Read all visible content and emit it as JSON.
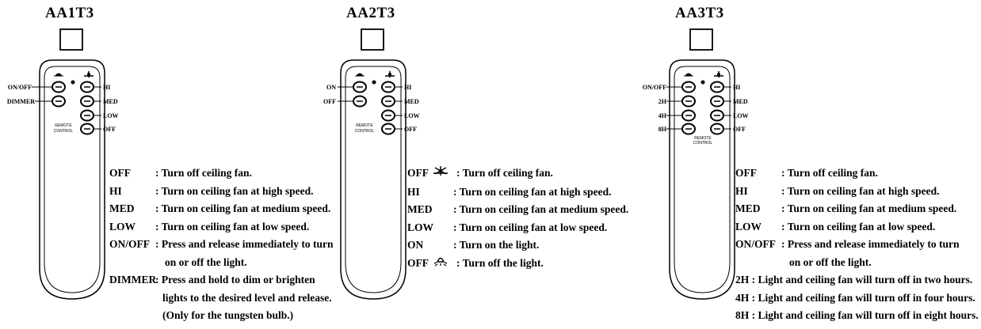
{
  "panels": [
    {
      "model": "AA1T3",
      "left_labels": [
        "ON/OFF",
        "DIMMER"
      ],
      "right_labels": [
        "HI",
        "MED",
        "LOW",
        "OFF"
      ],
      "remote_text": [
        "REMOTE",
        "CONTROL"
      ],
      "rows": [
        {
          "key": "OFF",
          "text": ": Turn off ceiling fan."
        },
        {
          "key": "HI",
          "text": ": Turn on ceiling fan at high speed."
        },
        {
          "key": "MED",
          "text": ": Turn on ceiling fan at medium speed."
        },
        {
          "key": "LOW",
          "text": ": Turn on ceiling fan at low speed."
        },
        {
          "key": "ON/OFF",
          "text": ": Press and release immediately to turn"
        },
        {
          "key": "",
          "text": "on or off the light."
        },
        {
          "key": "DIMMER",
          "text": ": Press and hold to dim or brighten"
        },
        {
          "key": "",
          "text": "lights to the desired level and release."
        },
        {
          "key": "",
          "text": "(Only for the tungsten bulb.)"
        }
      ]
    },
    {
      "model": "AA2T3",
      "left_labels": [
        "ON",
        "OFF"
      ],
      "right_labels": [
        "HI",
        "MED",
        "LOW",
        "OFF"
      ],
      "remote_text": [
        "REMOTE",
        "CONTROL"
      ],
      "rows": [
        {
          "key": "OFF",
          "text": ": Turn off ceiling fan."
        },
        {
          "key": "HI",
          "text": ": Turn on ceiling fan at high speed."
        },
        {
          "key": "MED",
          "text": ": Turn on ceiling fan at medium speed."
        },
        {
          "key": "LOW",
          "text": ": Turn on ceiling fan at low speed."
        },
        {
          "key": "ON",
          "text": ": Turn on the light."
        },
        {
          "key": "OFF",
          "text": ": Turn off the light."
        }
      ]
    },
    {
      "model": "AA3T3",
      "left_labels": [
        "ON/OFF",
        "2H",
        "4H",
        "8H"
      ],
      "right_labels": [
        "HI",
        "MED",
        "LOW",
        "OFF"
      ],
      "remote_text": [
        "REMOTE",
        "CONTROL"
      ],
      "rows": [
        {
          "key": "OFF",
          "text": ": Turn off ceiling fan."
        },
        {
          "key": "HI",
          "text": ": Turn on ceiling fan at high speed."
        },
        {
          "key": "MED",
          "text": ": Turn on ceiling fan at medium speed."
        },
        {
          "key": "LOW",
          "text": ": Turn on ceiling fan at low speed."
        },
        {
          "key": "ON/OFF",
          "text": ": Press and release immediately to turn"
        },
        {
          "key": "",
          "text": "on or off the light."
        },
        {
          "key": "",
          "text": "2H : Light and ceiling fan will turn off in two hours."
        },
        {
          "key": "",
          "text": "4H : Light and ceiling fan will turn off in four hours."
        },
        {
          "key": "",
          "text": "8H : Light and ceiling fan will turn off in eight hours."
        }
      ]
    }
  ]
}
